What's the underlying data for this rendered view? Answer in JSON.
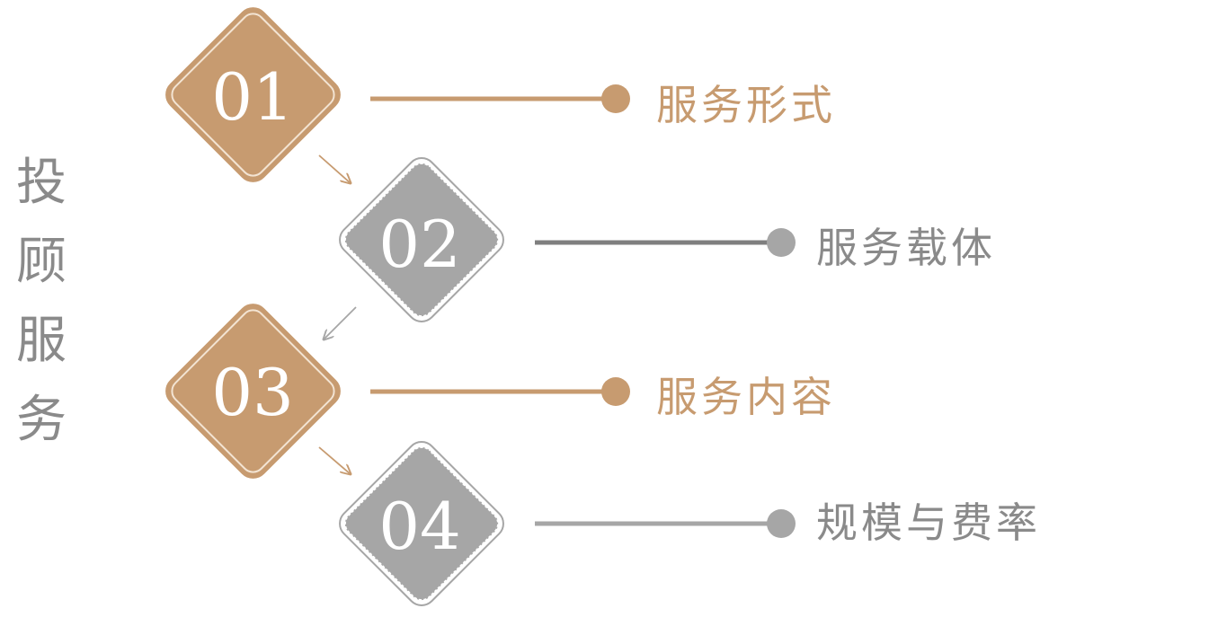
{
  "side_title": [
    "投",
    "顾",
    "服",
    "务"
  ],
  "colors": {
    "tan": "#c79b70",
    "gray_fill": "#a6a6a6",
    "gray_line_dark": "#7f7f7f",
    "gray_line_light": "#a6a6a6",
    "gray_text": "#8a8a8a",
    "tan_text": "#c79b70"
  },
  "steps": [
    {
      "number": "01",
      "label": "服务形式",
      "color": "tan"
    },
    {
      "number": "02",
      "label": "服务载体",
      "color": "gray"
    },
    {
      "number": "03",
      "label": "服务内容",
      "color": "tan"
    },
    {
      "number": "04",
      "label": "规模与费率",
      "color": "gray"
    }
  ]
}
